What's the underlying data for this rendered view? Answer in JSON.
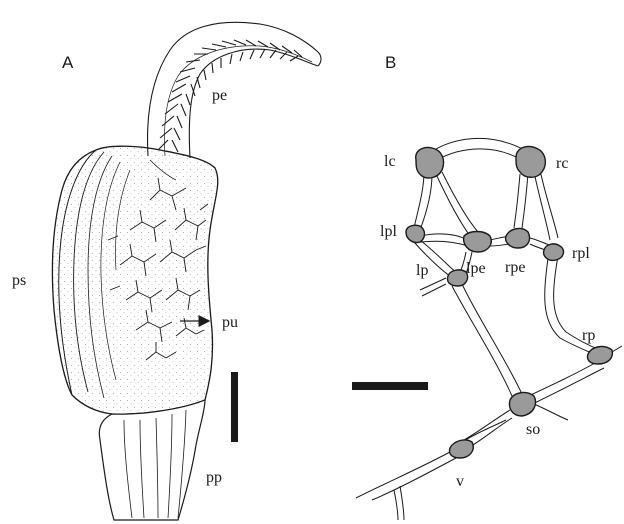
{
  "panels": [
    {
      "letter": "A"
    },
    {
      "letter": "B"
    }
  ],
  "panel_a": {
    "labels": {
      "pe": "pe",
      "ps": "ps",
      "pu": "pu",
      "pp": "pp"
    }
  },
  "panel_b": {
    "labels": {
      "lc": "lc",
      "rc": "rc",
      "lpl": "lpl",
      "lp": "lp",
      "lpe": "lpe",
      "rpe": "rpe",
      "rpl": "rpl",
      "rp": "rp",
      "so": "so",
      "v": "v"
    }
  },
  "colors": {
    "ink": "#1a1a1a",
    "ganglion_fill": "#9a9a9a",
    "stipple": "#bfbfbf"
  }
}
